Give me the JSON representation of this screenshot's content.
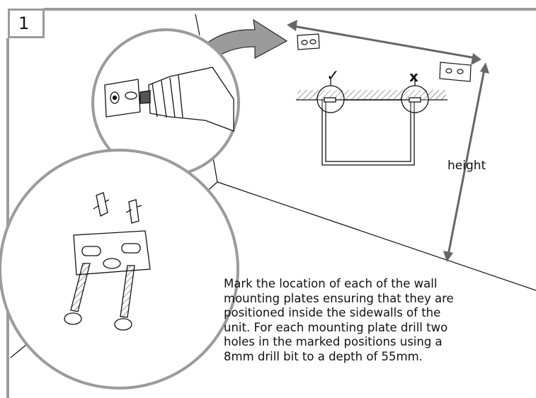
{
  "step": {
    "number": "1"
  },
  "labels": {
    "height": "height",
    "correct_mark": "✓",
    "wrong_mark": "x"
  },
  "instruction": "Mark the location of each of the wall\nmounting plates ensuring that they are\npositioned inside the sidewalls of  the\nunit. For each mounting plate drill two\nholes in the marked positions using a\n8mm drill bit to a depth of 55mm.",
  "colors": {
    "frame": "#9b9b9b",
    "arrow_fill": "#9b9b9b",
    "line": "#111111"
  }
}
